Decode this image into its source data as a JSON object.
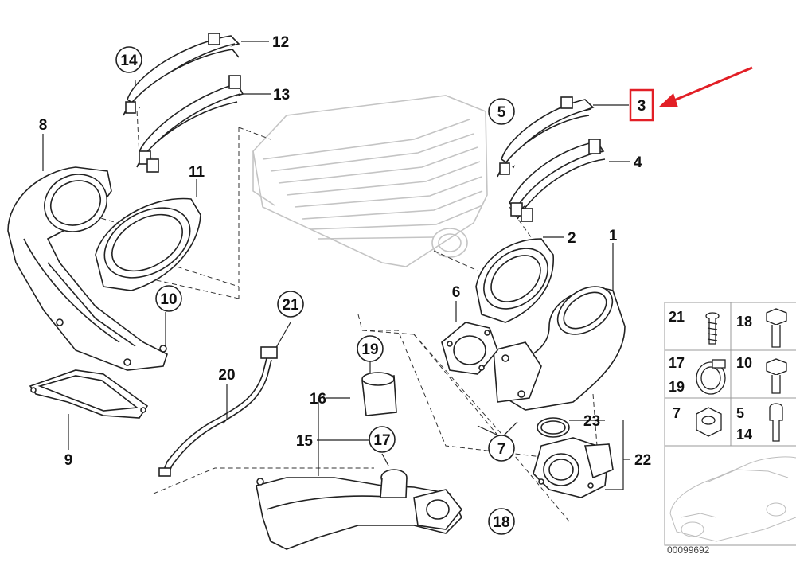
{
  "labels": {
    "n1": "1",
    "n2": "2",
    "n3": "3",
    "n4": "4",
    "n5": "5",
    "n6": "6",
    "n7": "7",
    "n8": "8",
    "n9": "9",
    "n10": "10",
    "n11": "11",
    "n12": "12",
    "n13": "13",
    "n14": "14",
    "n15": "15",
    "n16": "16",
    "n17": "17",
    "n18": "18",
    "n19": "19",
    "n20": "20",
    "n21": "21",
    "n22": "22",
    "n23": "23"
  },
  "legend": {
    "c21": "21",
    "c18": "18",
    "c17": "17",
    "c19": "19",
    "c10": "10",
    "c7": "7",
    "c5": "5",
    "c14": "14"
  },
  "diagram_id": "00099692",
  "colors": {
    "highlight": "#e21f26",
    "line": "#222222",
    "ghost": "#bcbcbc"
  }
}
